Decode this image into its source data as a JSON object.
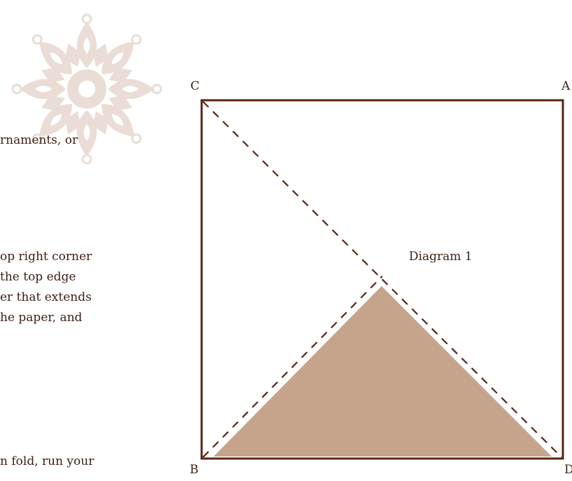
{
  "body_text": {
    "line_ornaments": "rnaments, or",
    "paragraph_2": [
      "op right corner",
      " the top edge",
      "er that extends",
      "he paper, and"
    ],
    "line_fold": "n fold, run your"
  },
  "diagram": {
    "label": "Diagram 1",
    "corners": {
      "A": "A",
      "B": "B",
      "C": "C",
      "D": "D"
    }
  },
  "colors": {
    "line": "#5a2414",
    "fill": "#c6a48c",
    "ornament": "#e9ddd5"
  },
  "icons": {
    "ornament": "snowflake-ornament-icon"
  }
}
